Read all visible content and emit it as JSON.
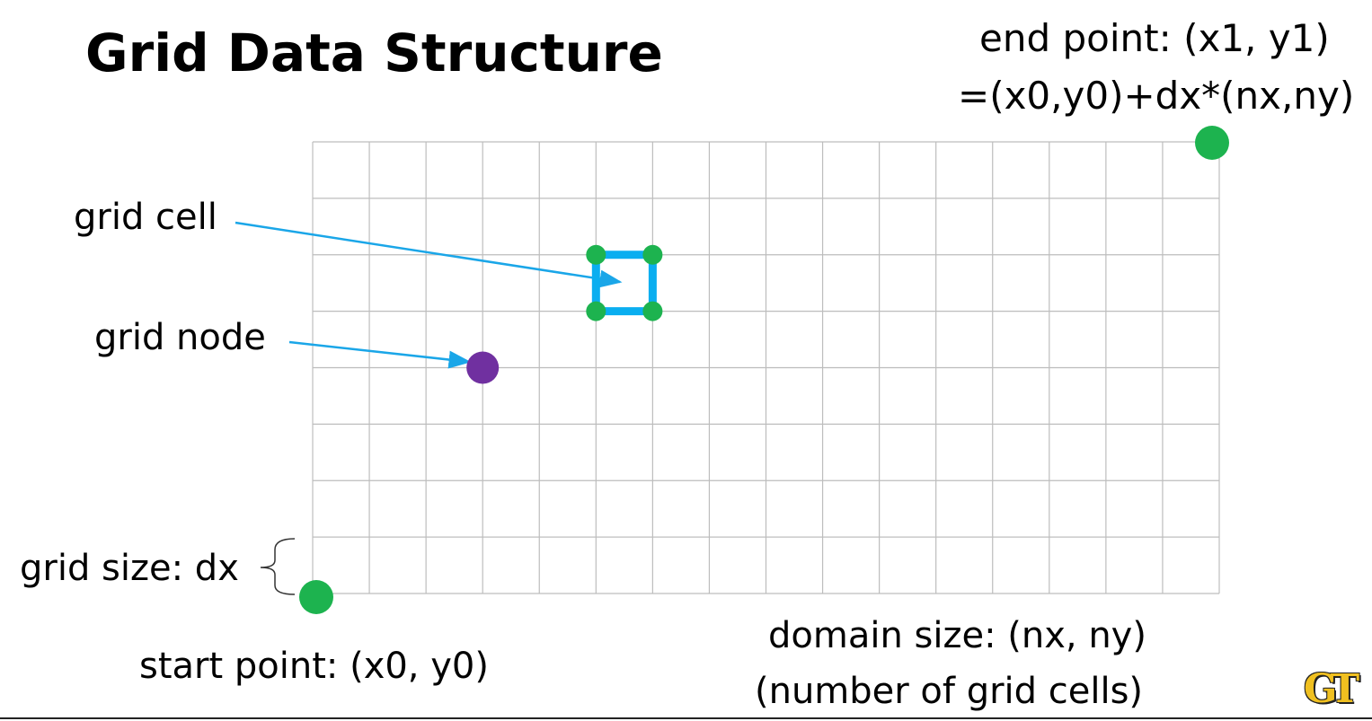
{
  "title": "Grid Data Structure",
  "end_point": {
    "line1": "end point: (x1, y1)",
    "line2": "=(x0,y0)+dx*(nx,ny)"
  },
  "labels": {
    "grid_cell": "grid cell",
    "grid_node": "grid node",
    "grid_size": "grid size: dx",
    "start_point": "start point: (x0, y0)",
    "domain_size": "domain size: (nx, ny)",
    "domain_note": "(number of grid cells)"
  },
  "grid": {
    "cols": 16,
    "rows": 8
  },
  "highlight_cell": {
    "col": 5,
    "row": 2
  },
  "highlight_node": {
    "col": 3,
    "row": 4
  },
  "colors": {
    "grid_line": "#bdbdbd",
    "arrow": "#1aa6e8",
    "cell_outline": "#0aaef0",
    "corner_node": "#1db34f",
    "grid_node": "#7030a0"
  },
  "logo": {
    "text": "GT",
    "color": "#f0c020"
  }
}
